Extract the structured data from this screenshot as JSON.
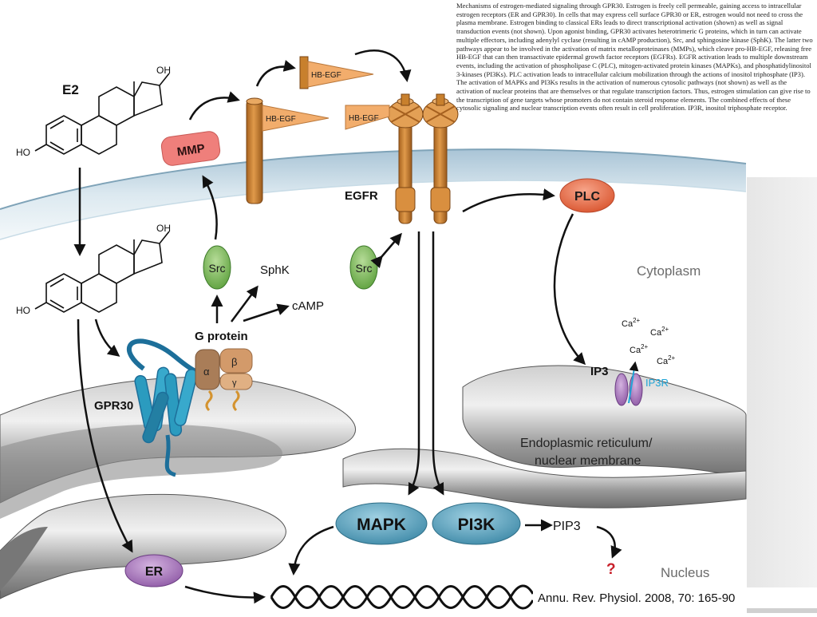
{
  "caption": "Mechanisms of estrogen-mediated signaling through GPR30. Estrogen is freely cell permeable, gaining access to intracellular estrogen receptors (ER and GPR30). In cells that may express cell surface GPR30 or ER, estrogen would not need to cross the plasma membrane. Estrogen binding to classical ERs leads to direct transcriptional activation (shown) as well as signal transduction events (not shown). Upon agonist binding, GPR30 activates heterotrimeric G proteins, which in turn can activate multiple effectors, including adenylyl cyclase (resulting in cAMP production), Src, and sphingosine kinase (SphK). The latter two pathways appear to be involved in the activation of matrix metalloproteinases (MMPs), which cleave pro-HB-EGF, releasing free HB-EGF that can then transactivate epidermal growth factor receptors (EGFRs). EGFR activation leads to multiple downstream events, including the activation of phospholipase C (PLC), mitogen-activated protein kinases (MAPKs), and phosphatidylinositol 3-kinases (PI3Ks). PLC activation leads to intracellular calcium mobilization through the actions of inositol triphosphate (IP3). The activation of MAPKs and PI3Ks results in the activation of numerous cytosolic pathways (not shown) as well as the activation of nuclear proteins that are themselves or that regulate transcription factors. Thus, estrogen stimulation can give rise to the transcription of gene targets whose promoters do not contain steroid response elements. The combined effects of these cytosolic signaling and nuclear transcription events often result in cell proliferation. IP3R, inositol triphosphate receptor.",
  "citation": "Annu. Rev. Physiol. 2008, 70: 165-90",
  "labels": {
    "e2": "E2",
    "oh_top": "OH",
    "ho_top": "HO",
    "oh_mid": "OH",
    "ho_mid": "HO",
    "mmp": "MMP",
    "hbegf1": "HB-EGF",
    "hbegf2": "HB-EGF",
    "hbegf3": "HB-EGF",
    "egfr": "EGFR",
    "plc": "PLC",
    "src1": "Src",
    "src2": "Src",
    "sphk": "SphK",
    "camp": "cAMP",
    "gprotein": "G protein",
    "alpha": "α",
    "beta": "β",
    "gamma": "γ",
    "gpr30": "GPR30",
    "cytoplasm": "Cytoplasm",
    "ca1": "Ca",
    "ca2": "Ca",
    "ca3": "Ca",
    "ca4": "Ca",
    "ca_sup": "2+",
    "ip3": "IP3",
    "ip3r": "IP3R",
    "er_line1": "Endoplasmic reticulum/",
    "er_line2": "nuclear membrane",
    "mapk": "MAPK",
    "pi3k": "PI3K",
    "pip3": "PIP3",
    "question": "?",
    "nucleus": "Nucleus",
    "er": "ER"
  },
  "colors": {
    "membrane": "#bcd3e0",
    "mmp_fill": "#ef7f7b",
    "plc_fill": "#ee6f4d",
    "src_fill": "#8dc56c",
    "kinase_fill": "#64a9c3",
    "er_fill": "#b07fbf",
    "receptor_fill": "#c8802d",
    "hbegf_fill": "#f2ad6c",
    "gpr30_fill": "#2b9bbf",
    "ip3r_color": "#1ea4d6",
    "question_color": "#c8202a"
  }
}
